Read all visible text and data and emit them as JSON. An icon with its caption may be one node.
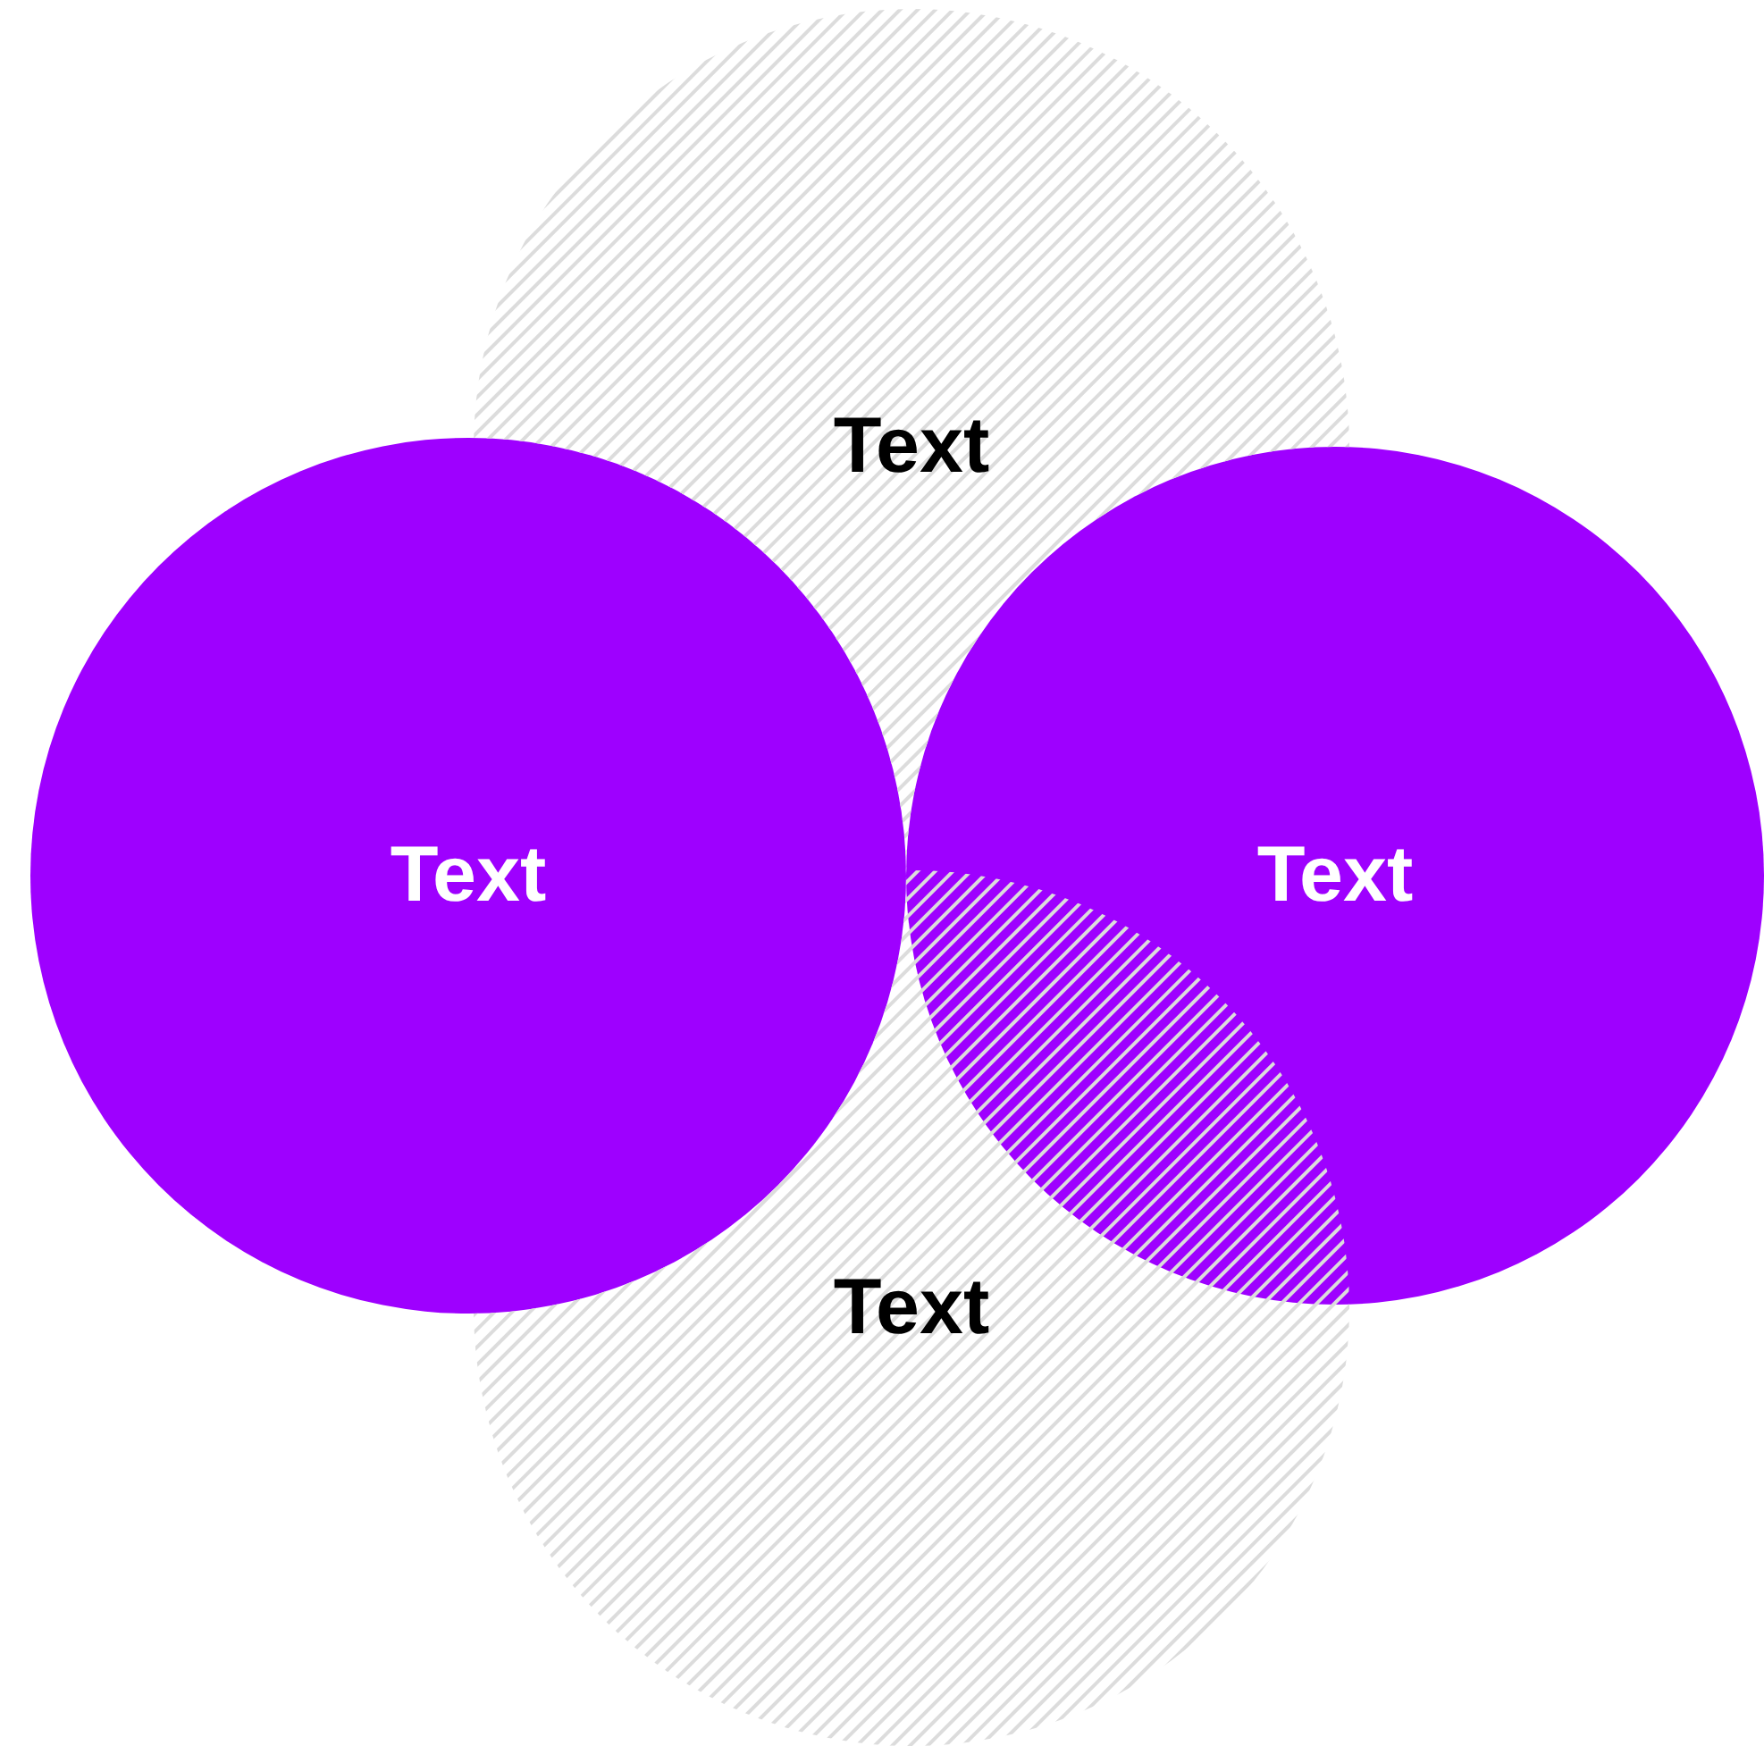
{
  "diagram": {
    "nodes": [
      {
        "text": [
          "Text"
        ]
      },
      {
        "text": [
          "Text"
        ]
      },
      {
        "text": [
          "Text"
        ]
      },
      {
        "text": [
          "Text"
        ]
      }
    ]
  }
}
